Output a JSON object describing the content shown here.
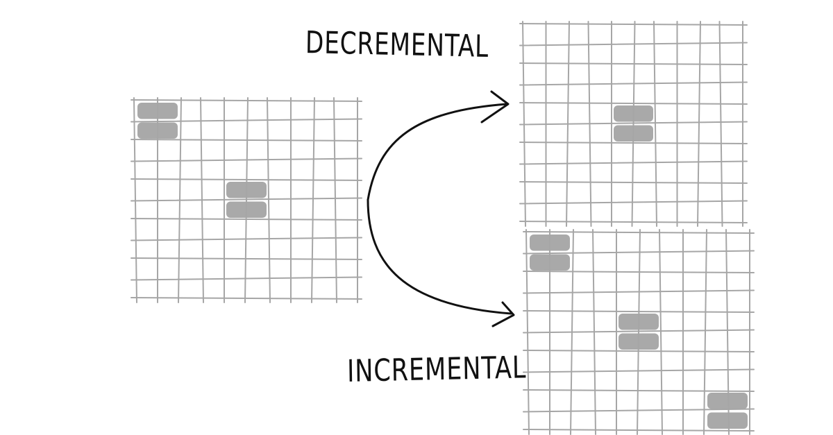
{
  "labels": {
    "top": "DECREMENTAL",
    "bottom": "INCREMENTAL"
  },
  "colors": {
    "grid_line": "#a6a6a6",
    "cell_fill": "#8c8c8c",
    "arrow": "#111111",
    "text": "#111111"
  },
  "grids": [
    {
      "id": "source",
      "rows": 10,
      "cols": 10,
      "filled": [
        [
          0,
          0
        ],
        [
          1,
          0
        ],
        [
          4,
          4
        ],
        [
          5,
          4
        ]
      ]
    },
    {
      "id": "decremental-result",
      "rows": 10,
      "cols": 10,
      "filled": [
        [
          4,
          4
        ],
        [
          5,
          4
        ]
      ]
    },
    {
      "id": "incremental-result",
      "rows": 10,
      "cols": 10,
      "filled": [
        [
          0,
          0
        ],
        [
          1,
          0
        ],
        [
          4,
          4
        ],
        [
          5,
          4
        ],
        [
          8,
          8
        ],
        [
          9,
          8
        ]
      ]
    }
  ]
}
